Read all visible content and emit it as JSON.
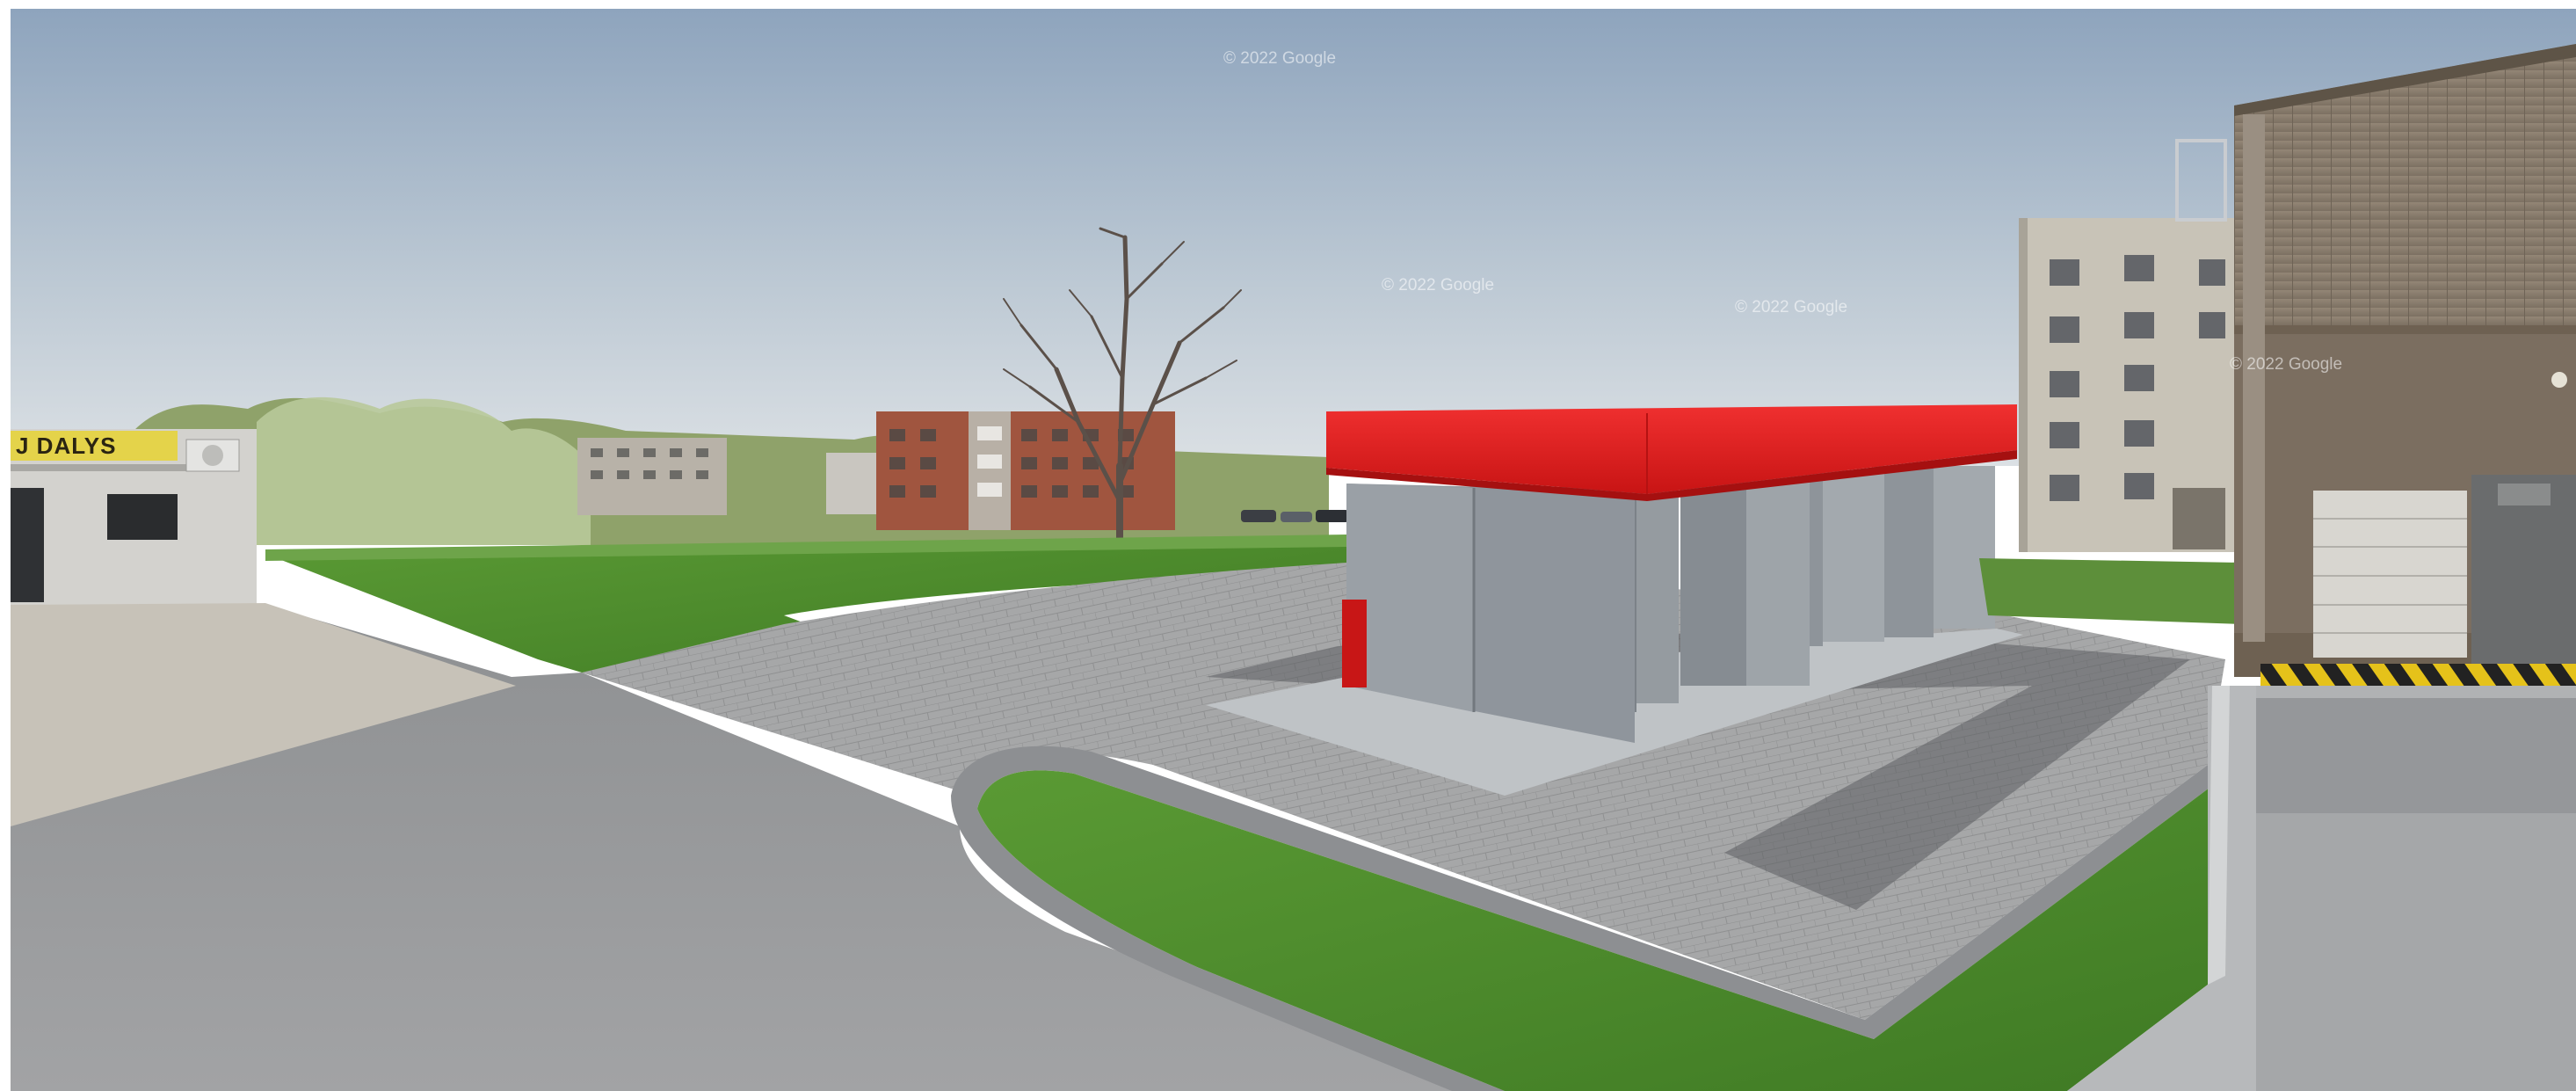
{
  "image": {
    "kind": "architectural-render-over-street-view-photo",
    "subject": "car wash canopy with red roof on paved lot",
    "colors": {
      "sky_top": "#8ea4bd",
      "sky_bottom": "#d7dde2",
      "canopy_roof": "#e21a1a",
      "canopy_walls": "#8f959c",
      "grass": "#4f8a2e",
      "asphalt": "#97989a",
      "pavers": "#a7a8a9",
      "warehouse_cladding": "#8a7d6e",
      "warning_stripes": "#e5c21a"
    }
  },
  "watermarks": {
    "top": "© 2022 Google",
    "mid": "© 2022 Google",
    "right": "© 2022 Google",
    "warehouse": "© 2022 Google"
  },
  "shop_sign": {
    "text": "J DALYS",
    "color": "#e4d34a"
  }
}
